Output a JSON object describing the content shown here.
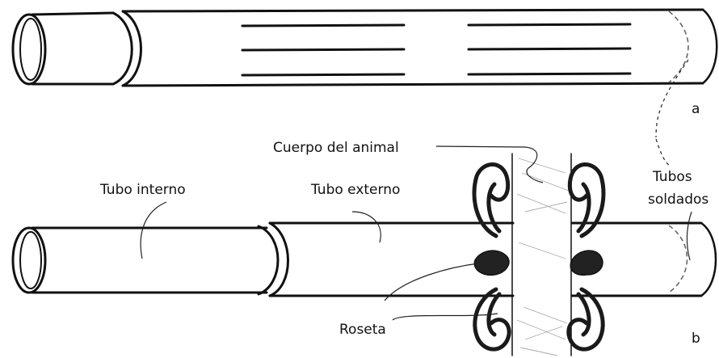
{
  "labels": {
    "cuerpo": "Cuerpo del animal",
    "tubo_interno": "Tubo interno",
    "tubo_externo": "Tubo externo",
    "tubos_line1": "Tubos",
    "tubos_line2": "soldados",
    "roseta": "Roseta",
    "panel_a": "a",
    "panel_b": "b"
  }
}
